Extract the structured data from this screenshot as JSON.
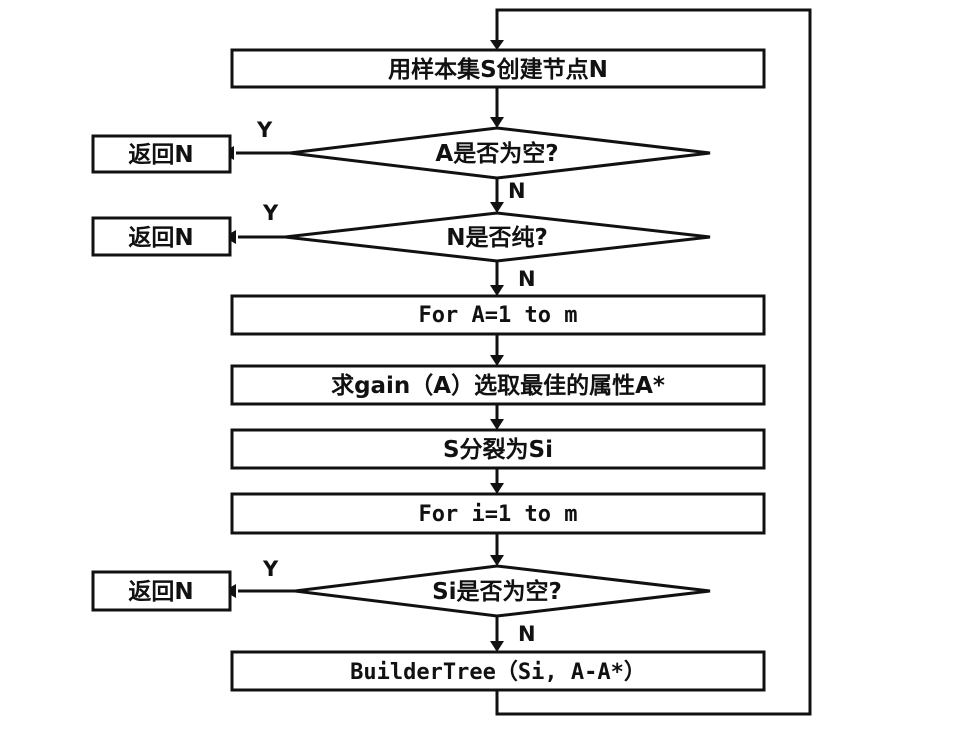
{
  "nodes": {
    "create_node": "用样本集S创建节点N",
    "check_a_empty": "A是否为空?",
    "return_n_1": "返回N",
    "check_n_pure": "N是否纯?",
    "return_n_2": "返回N",
    "for_a": "For A=1 to m",
    "gain_select": "求gain（A）选取最佳的属性A*",
    "split_s": "S分裂为Si",
    "for_i": "For i=1 to m",
    "check_si_empty": "Si是否为空?",
    "return_n_3": "返回N",
    "builder_tree": "BuilderTree（Si, A-A*）"
  },
  "edges": {
    "yes_label": "Y",
    "no_label": "N"
  },
  "colors": {
    "stroke": "#111111",
    "background": "#ffffff"
  }
}
